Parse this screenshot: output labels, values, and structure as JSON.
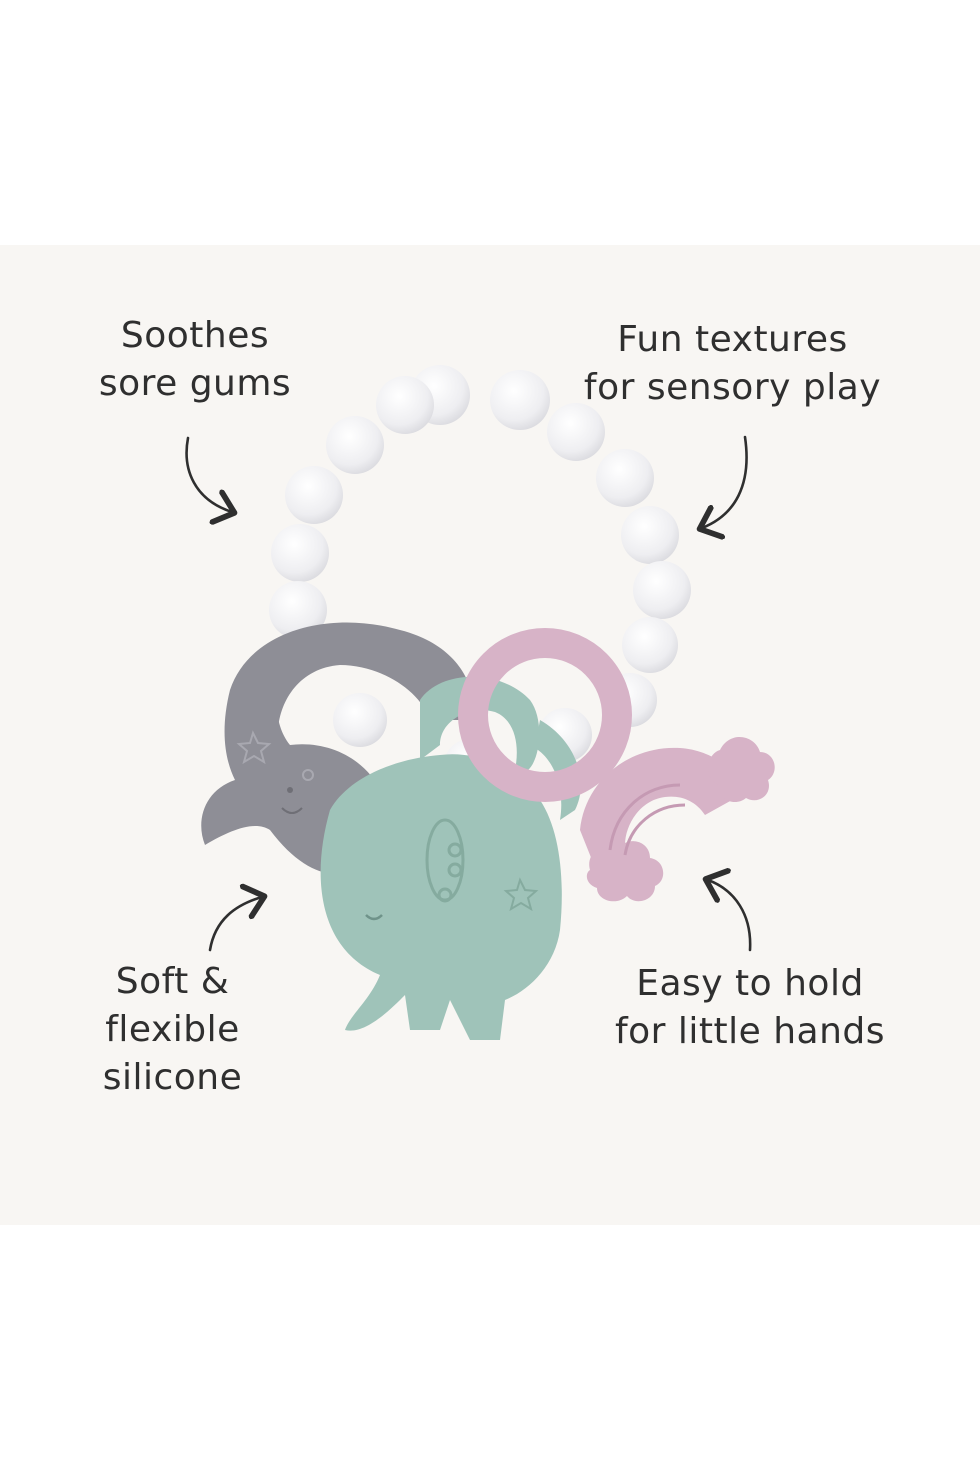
{
  "callouts": {
    "soothes": {
      "line1": "Soothes",
      "line2": "sore gums"
    },
    "textures": {
      "line1": "Fun textures",
      "line2": "for sensory play"
    },
    "silicone": {
      "line1": "Soft &",
      "line2": "flexible",
      "line3": "silicone"
    },
    "grip": {
      "line1": "Easy to hold",
      "line2": "for little hands"
    }
  },
  "colors": {
    "panel_background": "#f8f6f3",
    "text": "#2f2f2f",
    "bead": "#f1f1f3",
    "whale": "#8e8e96",
    "elephant": "#9fc3b9",
    "rainbow": "#d7b3c7"
  },
  "icons": [
    "arrow-icon",
    "bead-ring",
    "whale-teether",
    "elephant-teether",
    "rainbow-teether"
  ]
}
